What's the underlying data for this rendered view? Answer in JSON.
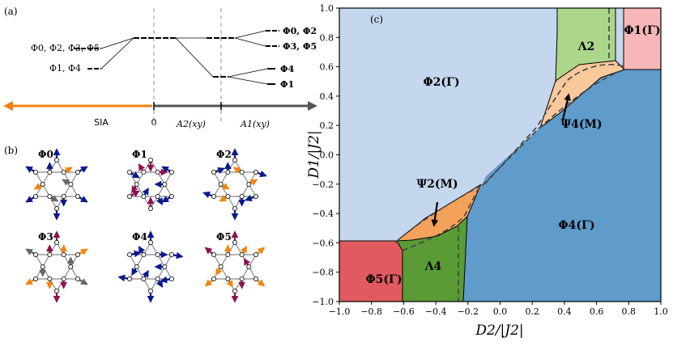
{
  "panel_a": {
    "label": "(a)",
    "left_group_1": "Φ0, Φ2, Φ3, Φ5",
    "left_group_2": "Φ1, Φ4",
    "right_pair_1": "Φ0, Φ2",
    "right_pair_2": "Φ3, Φ5",
    "right_single_1": "Φ4",
    "right_single_2": "Φ1",
    "axis_sia": "SIA",
    "axis_zero": "0",
    "axis_a2": "A2(xy)",
    "axis_a1": "A1(xy)",
    "colors": {
      "sia_arrow": "#f07f16",
      "right_arrow": "#555555"
    }
  },
  "panel_b": {
    "label": "(b)",
    "modes": [
      "Φ0",
      "Φ1",
      "Φ2",
      "Φ3",
      "Φ4",
      "Φ5"
    ],
    "colors": {
      "blue_arrow": "#0a1a8c",
      "orange_arrow": "#f0860f",
      "purple_arrow": "#8b1450",
      "gray_arrow": "#666666",
      "lattice": "#888888"
    }
  },
  "panel_c": {
    "label": "(c)",
    "xlabel": "D2/|J2|",
    "ylabel": "D1/|J2|",
    "xlim": [
      -1.0,
      1.0
    ],
    "ylim": [
      -1.0,
      1.0
    ],
    "xticks": [
      "−1.0",
      "−0.8",
      "−0.6",
      "−0.4",
      "−0.2",
      "0.0",
      "0.2",
      "0.4",
      "0.6",
      "0.8",
      "1.0"
    ],
    "yticks": [
      "1.0",
      "0.8",
      "0.6",
      "0.4",
      "0.2",
      "0.0",
      "−0.2",
      "−0.4",
      "−0.6",
      "−0.8",
      "−1.0"
    ],
    "regions": {
      "phi2_gamma": "Φ2(Γ)",
      "phi1_gamma": "Φ1(Γ)",
      "lambda2": "Λ2",
      "psi4_m": "Ψ4(M)",
      "psi2_m": "Ψ2(M)",
      "phi4_gamma": "Φ4(Γ)",
      "lambda4": "Λ4",
      "phi5_gamma": "Φ5(Γ)"
    },
    "colors": {
      "phi2": "#c5d7ee",
      "phi4": "#5f9bcb",
      "phi1": "#f7b6b7",
      "phi5": "#e05a60",
      "lambda2": "#acd68a",
      "lambda4": "#5a9b35",
      "psi4": "#f9c89b",
      "psi2": "#f4a25b"
    }
  }
}
